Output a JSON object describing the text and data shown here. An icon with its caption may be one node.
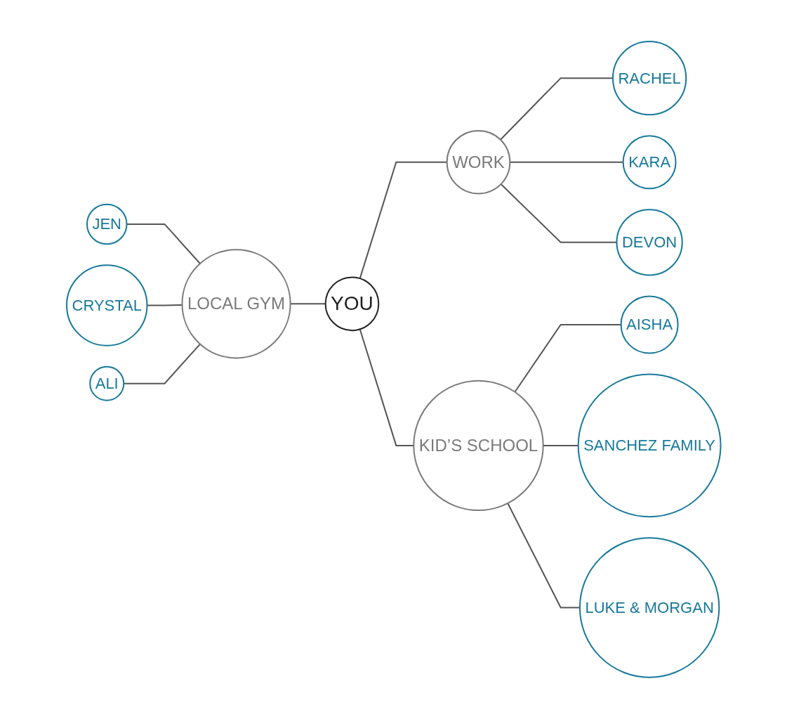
{
  "diagram": {
    "nodes": [
      {
        "text": [
          "JEN"
        ]
      },
      {
        "text": [
          "RACHEL"
        ]
      },
      {
        "text": [
          "CRYSTAL"
        ]
      },
      {
        "text": [
          "LOCAL GYM"
        ]
      },
      {
        "text": [
          "KARA"
        ]
      },
      {
        "text": [
          "ALI"
        ]
      },
      {
        "text": [
          "YOU"
        ]
      },
      {
        "text": [
          "WORK"
        ]
      },
      {
        "text": [
          "DEVON"
        ]
      },
      {
        "text": [
          "KID’S SCHOOL"
        ]
      },
      {
        "text": [
          "LUKE & MORGAN"
        ]
      },
      {
        "text": [
          "AISHA"
        ]
      },
      {
        "text": [
          "SANCHEZ FAMILY"
        ]
      }
    ],
    "edges": [
      {
        "from": 3,
        "to": 6,
        "arrow": "none"
      },
      {
        "from": 6,
        "to": 7,
        "arrow": "none"
      },
      {
        "from": 6,
        "to": 9,
        "arrow": "none"
      },
      {
        "from": 0,
        "to": 3,
        "arrow": "none"
      },
      {
        "from": 2,
        "to": 3,
        "arrow": "none"
      },
      {
        "from": 5,
        "to": 3,
        "arrow": "none"
      },
      {
        "from": 7,
        "to": 1,
        "arrow": "none"
      },
      {
        "from": 7,
        "to": 4,
        "arrow": "none"
      },
      {
        "from": 7,
        "to": 8,
        "arrow": "none"
      },
      {
        "from": 9,
        "to": 11,
        "arrow": "none"
      },
      {
        "from": 9,
        "to": 12,
        "arrow": "none"
      },
      {
        "from": 9,
        "to": 10,
        "arrow": "none"
      }
    ]
  }
}
